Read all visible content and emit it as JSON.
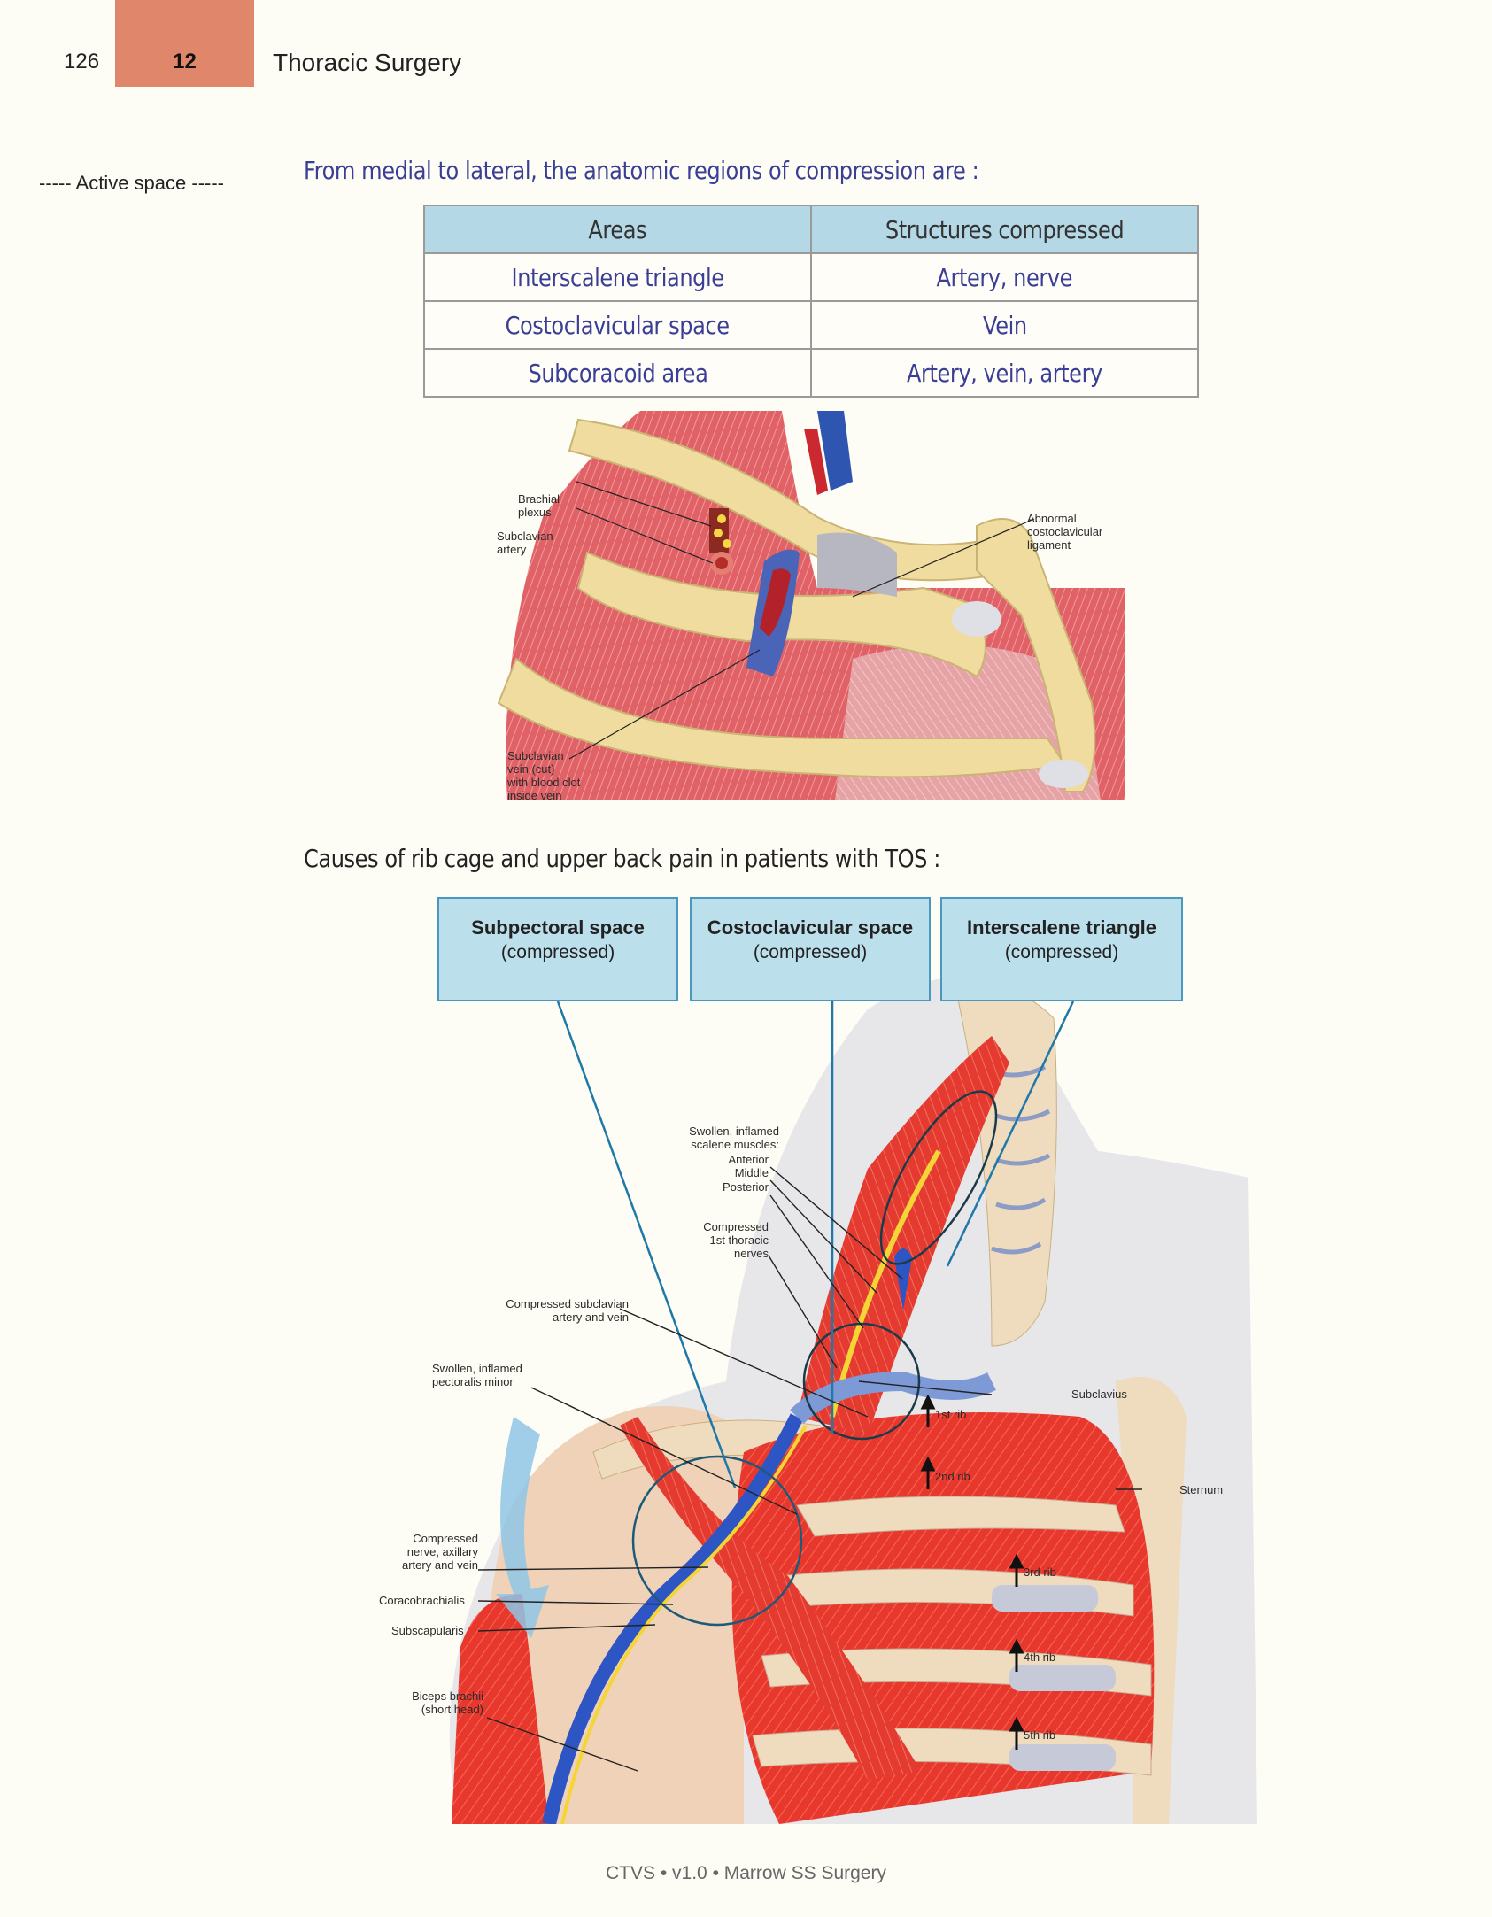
{
  "header": {
    "page_number": "126",
    "chapter_number": "12",
    "chapter_title": "Thoracic Surgery",
    "chapter_color": "#e0876b"
  },
  "sidebar": {
    "active_space_label": "----- Active space -----"
  },
  "section1": {
    "intro": "From medial to lateral, the anatomic regions of compression are :",
    "table": {
      "headers": [
        "Areas",
        "Structures compressed"
      ],
      "rows": [
        [
          "Interscalene triangle",
          "Artery, nerve"
        ],
        [
          "Costoclavicular space",
          "Vein"
        ],
        [
          "Subcoracoid area",
          "Artery, vein, artery"
        ]
      ],
      "header_color": "#b5d8e6",
      "text_color": "#3a3e95"
    },
    "figure": {
      "labels": {
        "brachial_plexus": "Brachial\nplexus",
        "subclavian_artery": "Subclavian\nartery",
        "abnormal_ligament": "Abnormal\ncostoclavicular\nligament",
        "subclavian_vein": "Subclavian\nvein (cut)\nwith blood clot\ninside vein"
      }
    }
  },
  "section2": {
    "intro": "Causes of rib cage and upper back pain in patients with TOS :",
    "regions": [
      {
        "title": "Subpectoral space",
        "subtitle": "(compressed)"
      },
      {
        "title": "Costoclavicular space",
        "subtitle": "(compressed)"
      },
      {
        "title": "Interscalene triangle",
        "subtitle": "(compressed)"
      }
    ],
    "figure": {
      "labels": {
        "scalene": "Swollen, inflamed\nscalene muscles:",
        "anterior": "Anterior",
        "middle": "Middle",
        "posterior": "Posterior",
        "thoracic_nerves": "Compressed\n1st thoracic\nnerves",
        "subclavian_av": "Compressed subclavian\nartery and vein",
        "pectoralis": "Swollen, inflamed\npectoralis minor",
        "subclavius": "Subclavius",
        "rib1": "1st rib",
        "rib2": "2nd rib",
        "sternum": "Sternum",
        "axillary": "Compressed\nnerve, axillary\nartery and vein",
        "coracobrachialis": "Coracobrachialis",
        "subscapularis": "Subscapularis",
        "rib3": "3rd rib",
        "rib4": "4th rib",
        "rib5": "5th rib",
        "biceps": "Biceps brachii\n(short head)"
      }
    }
  },
  "footer": {
    "text": "CTVS • v1.0 • Marrow SS Surgery"
  }
}
